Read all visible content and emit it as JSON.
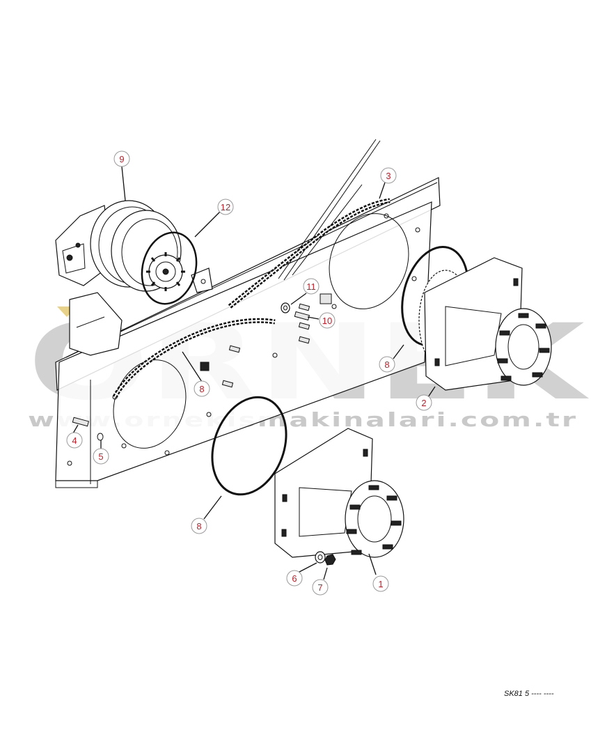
{
  "watermark": {
    "brand": "ORNEK",
    "url": "www.ornekismakinalari.com.tr"
  },
  "drawing_code": "SK81 5 ---- ----",
  "callouts": [
    "1",
    "2",
    "3",
    "4",
    "5",
    "6",
    "7",
    "8",
    "8",
    "8",
    "9",
    "10",
    "11",
    "12"
  ]
}
